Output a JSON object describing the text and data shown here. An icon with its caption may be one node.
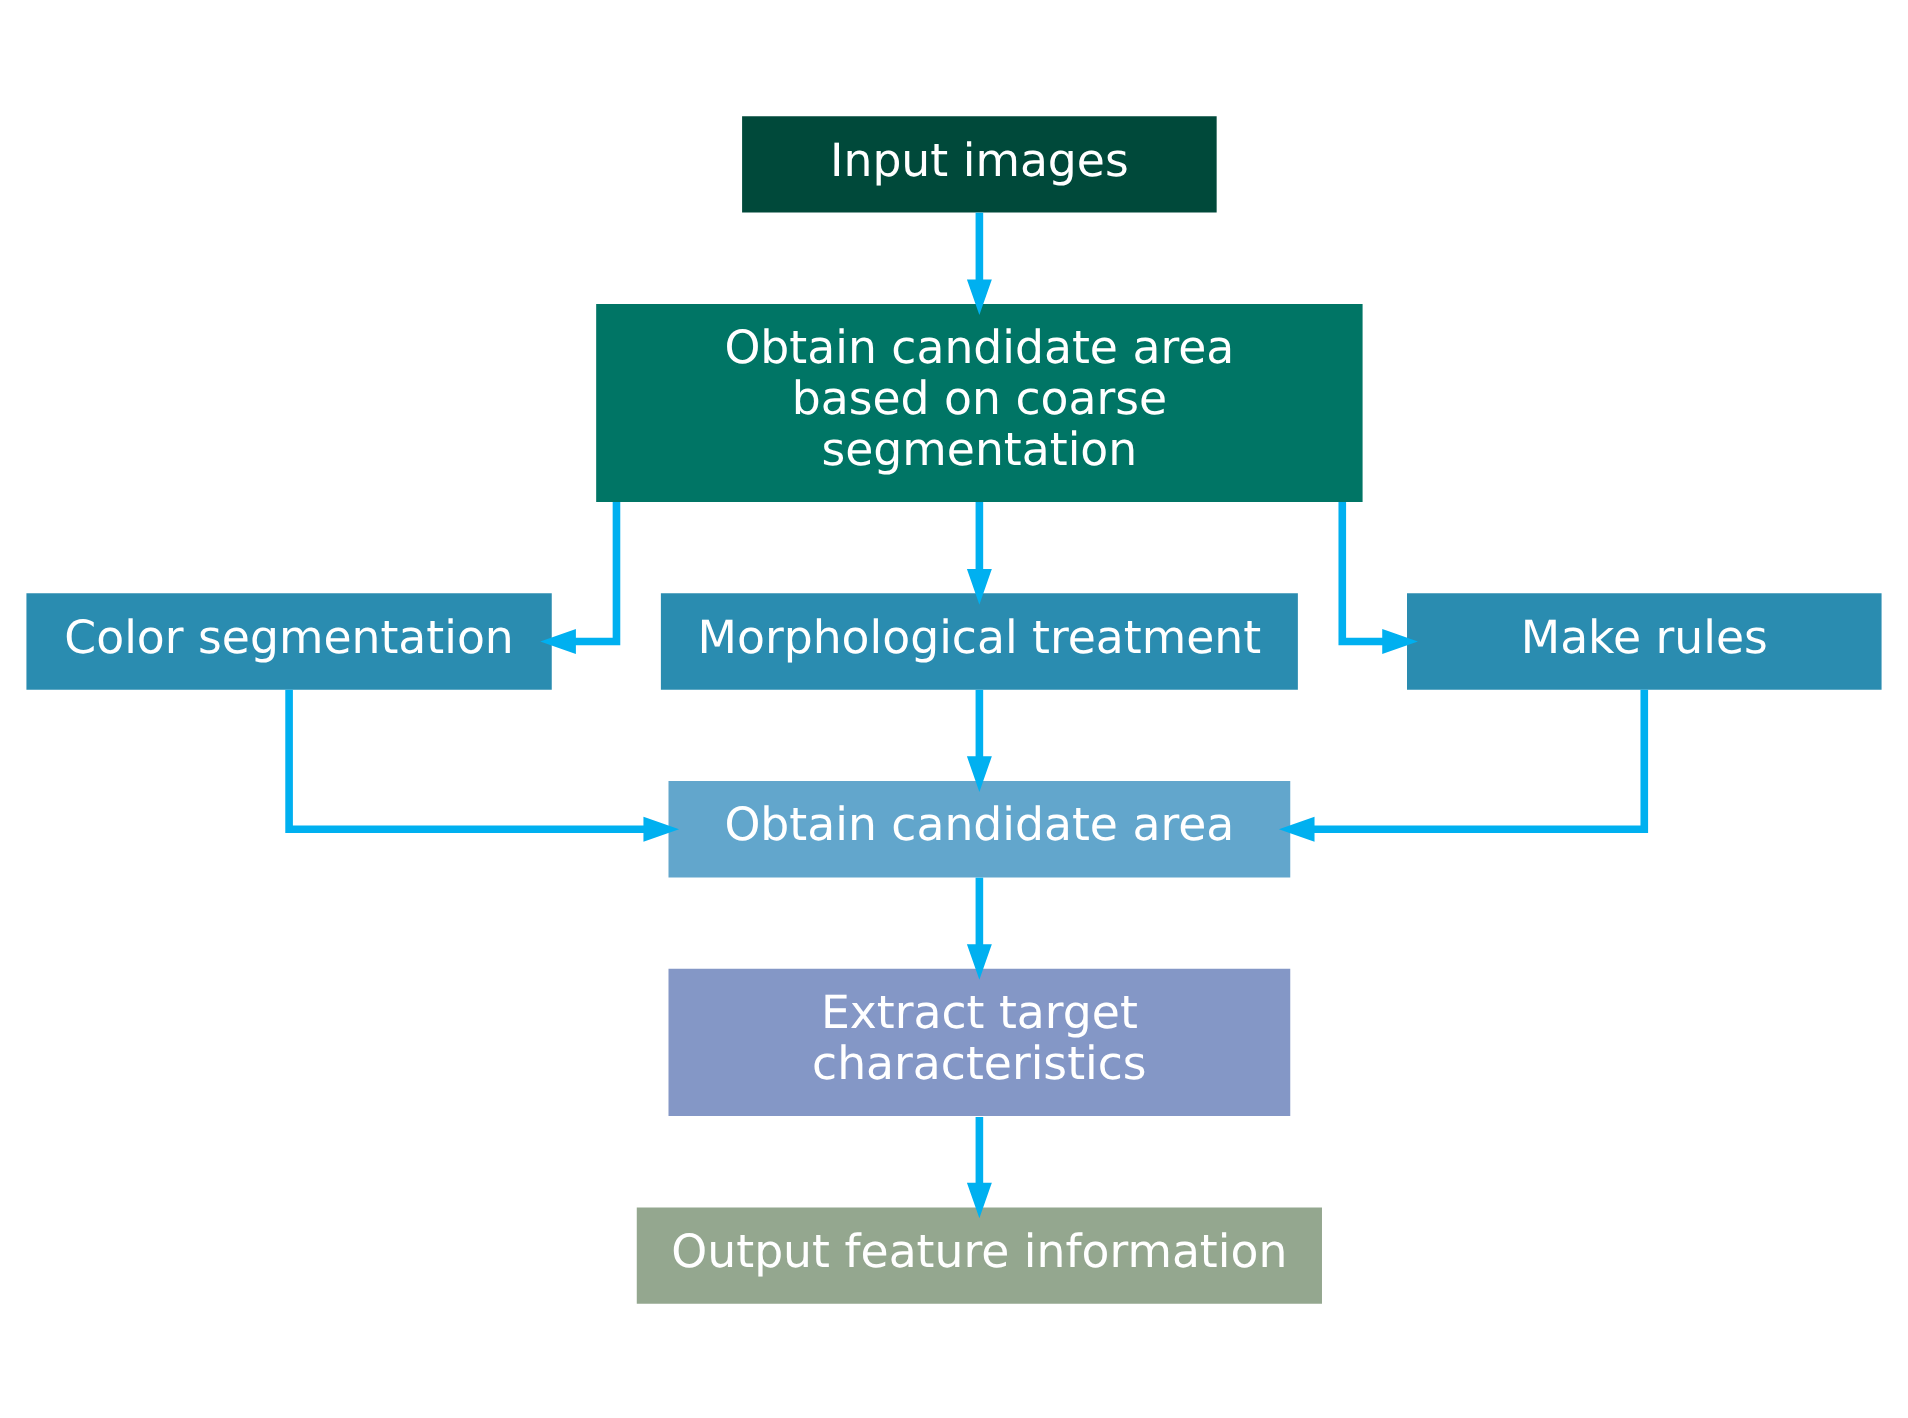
{
  "diagram": {
    "nodes": [
      {
        "text": [
          "Input images"
        ]
      },
      {
        "text": [
          "Obtain candidate area based on coarse segmentation"
        ]
      },
      {
        "text": [
          "Color segmentation"
        ]
      },
      {
        "text": [
          "Morphological treatment"
        ]
      },
      {
        "text": [
          "Make rules"
        ]
      },
      {
        "text": [
          "Obtain candidate area"
        ]
      },
      {
        "text": [
          "Extract target characteristics"
        ]
      },
      {
        "text": [
          "Output feature information"
        ]
      }
    ],
    "edges": [
      {
        "from": 0,
        "to": 1,
        "arrow": "to"
      },
      {
        "from": 1,
        "to": 2,
        "arrow": "to"
      },
      {
        "from": 1,
        "to": 3,
        "arrow": "to"
      },
      {
        "from": 1,
        "to": 4,
        "arrow": "to"
      },
      {
        "from": 2,
        "to": 5,
        "arrow": "to"
      },
      {
        "from": 3,
        "to": 5,
        "arrow": "to"
      },
      {
        "from": 4,
        "to": 5,
        "arrow": "to"
      },
      {
        "from": 5,
        "to": 6,
        "arrow": "to"
      },
      {
        "from": 6,
        "to": 7,
        "arrow": "to"
      }
    ]
  }
}
